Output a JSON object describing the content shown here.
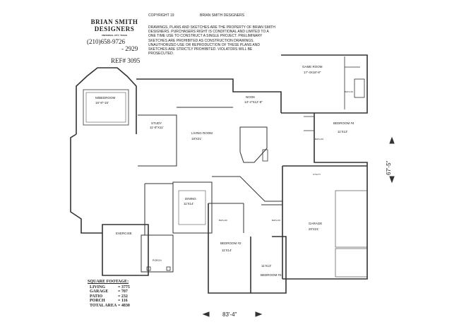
{
  "designer": {
    "name_line1": "BRIAN SMITH",
    "name_line2": "DESIGNERS",
    "city": "UNIVERSAL CITY, TEXAS",
    "phone": "(210)658-9726",
    "phone_alt": "- 2929",
    "ref": "REF# 3095"
  },
  "copyright": {
    "label": "COPYRIGHT 19",
    "owner": "BRIAN SMITH DESIGNERS",
    "notice": "DRAWINGS, PLANS AND SKETCHES ARE THE PROPERTY OF BRIAN SMITH DESIGNERS. PURCHASERS RIGHT IS CONDITIONAL AND LIMITED TO A ONE TIME USE TO CONSTRUCT A SINGLE PROJECT. PRELIMINARY SKETCHES ARE PROHIBITED AS CONSTRUCTION DRAWINGS. UNAUTHORIZED USE OR REPRODUCTION OF THESE PLANS AND SKETCHES ARE STRICTLY PROHIBITED. VIOLATORS WILL BE PROSECUTED."
  },
  "rooms": {
    "master": {
      "name": "M/BEDROOM",
      "size": "16'-8\"-15'"
    },
    "study": {
      "name": "STUDY",
      "size": "11'-8\"X11'"
    },
    "living": {
      "name": "LIVING ROOM",
      "size": "18'X21'"
    },
    "nook": {
      "name": "NOOK",
      "size": "13'-4\"X12'-8\""
    },
    "game": {
      "name": "GAME ROOM",
      "size": "17'-4X18'-8\""
    },
    "bed4": {
      "name": "BEDROOM #4",
      "size": "11'X13'"
    },
    "bath4": "BATH #4",
    "bath3": "BATH #3",
    "util": "UTILITY",
    "dining": {
      "name": "DINING",
      "size": "11'X14'"
    },
    "exercise": {
      "name": "EXERCISE"
    },
    "porch": {
      "name": "PORCH"
    },
    "bath2": "BATH #2",
    "bath_b": "BATH #3",
    "bed2": {
      "name": "BEDROOM #2",
      "size": "11'X14'"
    },
    "bed3": {
      "name": "BEDROOM #3",
      "size": "11'X13'"
    },
    "garage": {
      "name": "GARAGE",
      "size": "20'X21'"
    }
  },
  "square_footage": {
    "heading": "SQUARE FOOTAGE:",
    "rows": [
      {
        "label": "LIVING",
        "value": "= 3775"
      },
      {
        "label": "GARAGE",
        "value": "= 707"
      },
      {
        "label": "PATIO",
        "value": "= 232"
      },
      {
        "label": "PORCH",
        "value": "= 116"
      },
      {
        "label": "TOTAL AREA",
        "value": "= 4830"
      }
    ]
  },
  "dimensions": {
    "width": "83'-4\"",
    "depth": "67'-5\""
  }
}
